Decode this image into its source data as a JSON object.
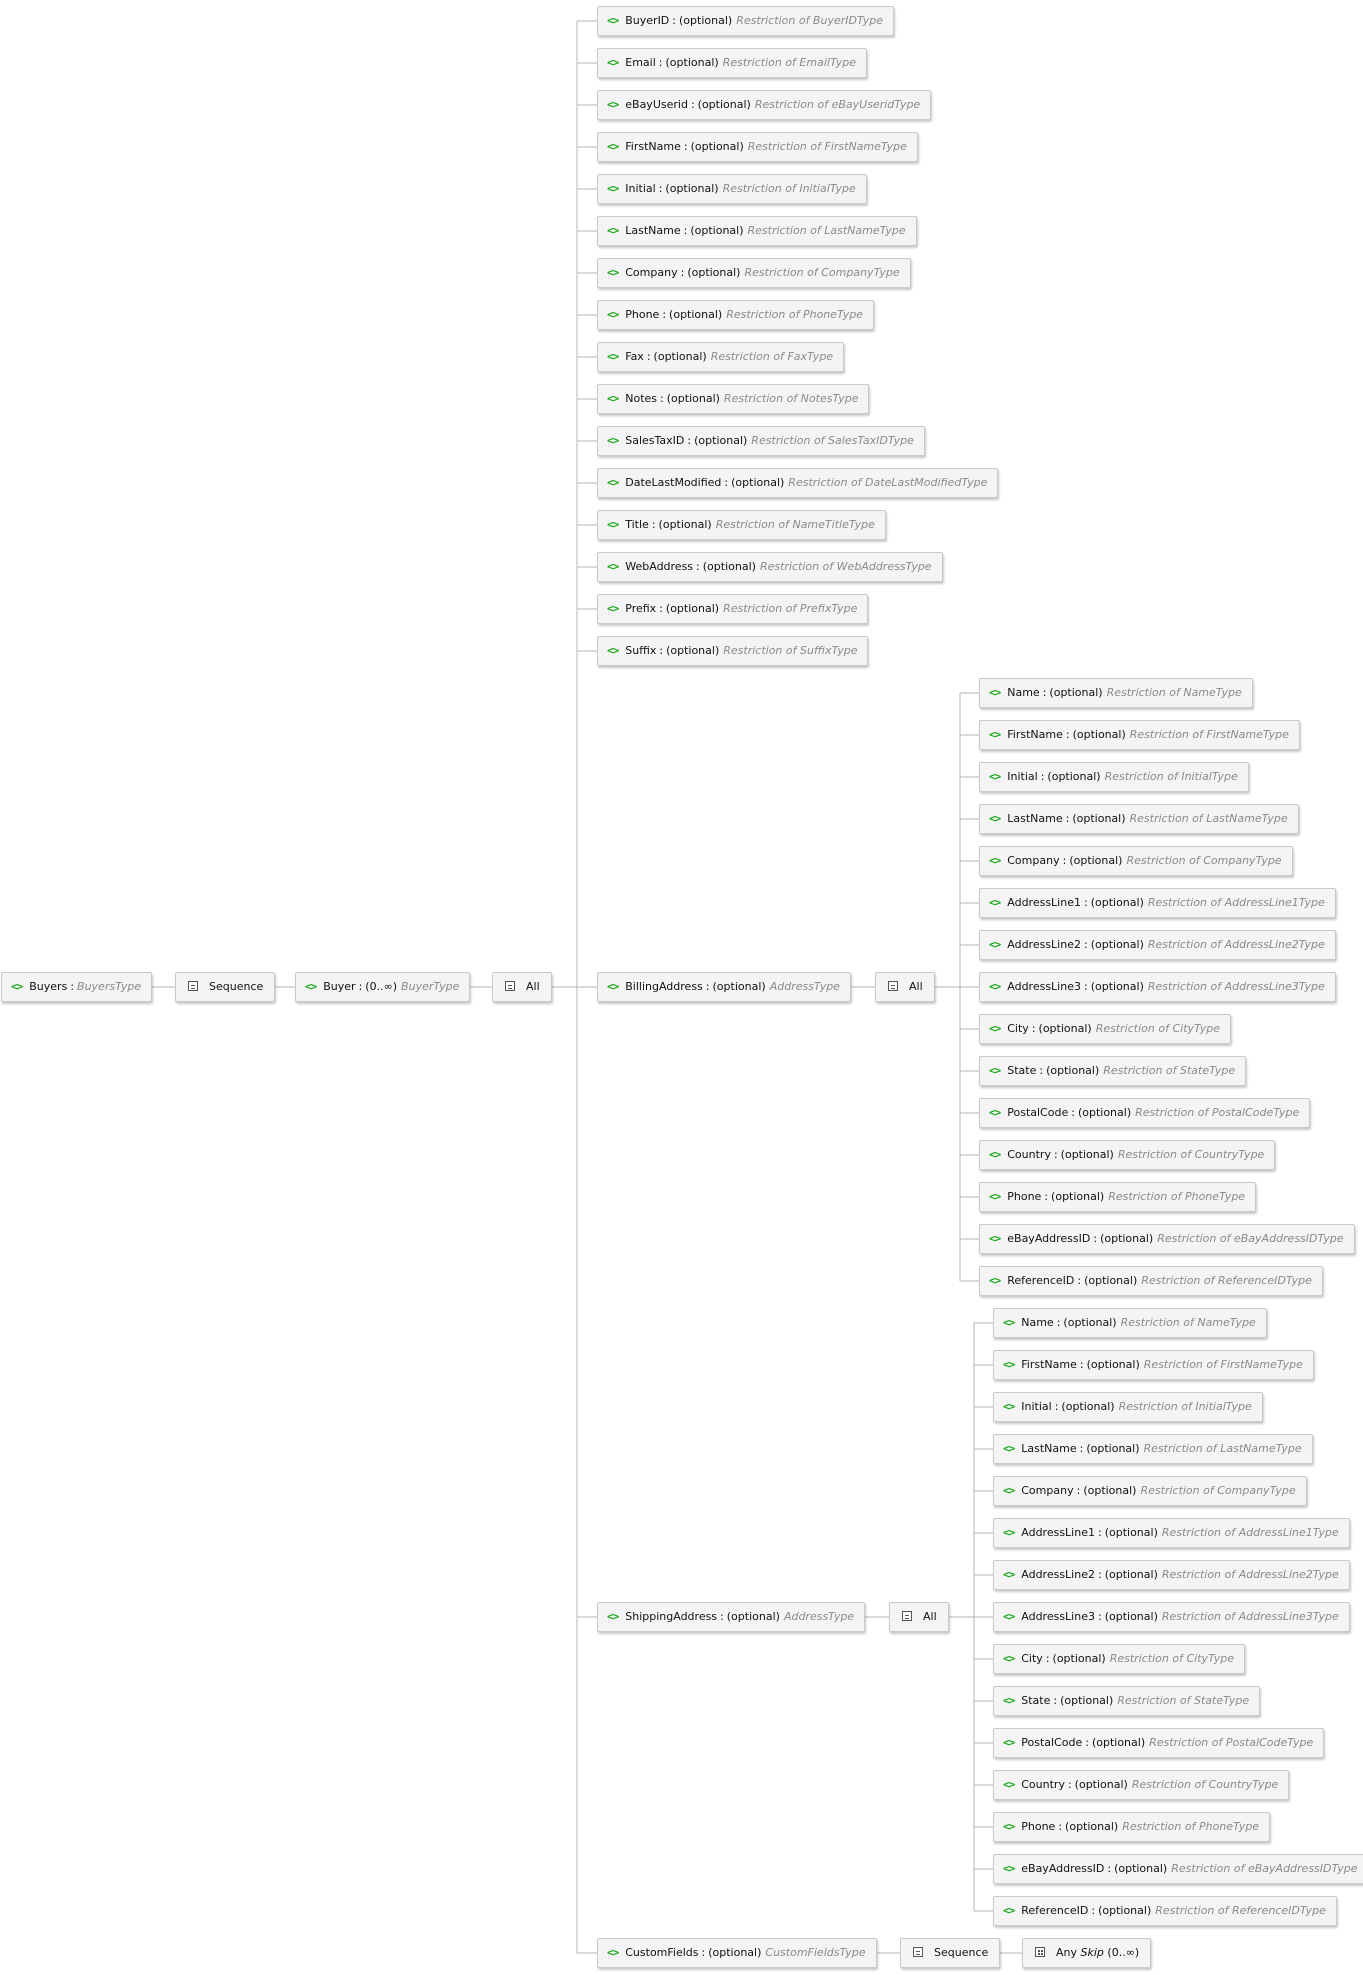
{
  "root": {
    "name": "Buyers",
    "type": "BuyersType"
  },
  "root_compositor": {
    "label": "Sequence"
  },
  "buyer": {
    "name": "Buyer",
    "occurrence": "(0..∞)",
    "type": "BuyerType"
  },
  "buyer_compositor": {
    "label": "All"
  },
  "buyer_elements": [
    {
      "name": "BuyerID",
      "occurrence": "(optional)",
      "type": "Restriction of BuyerIDType"
    },
    {
      "name": "Email",
      "occurrence": "(optional)",
      "type": "Restriction of EmailType"
    },
    {
      "name": "eBayUserid",
      "occurrence": "(optional)",
      "type": "Restriction of eBayUseridType"
    },
    {
      "name": "FirstName",
      "occurrence": "(optional)",
      "type": "Restriction of FirstNameType"
    },
    {
      "name": "Initial",
      "occurrence": "(optional)",
      "type": "Restriction of InitialType"
    },
    {
      "name": "LastName",
      "occurrence": "(optional)",
      "type": "Restriction of LastNameType"
    },
    {
      "name": "Company",
      "occurrence": "(optional)",
      "type": "Restriction of CompanyType"
    },
    {
      "name": "Phone",
      "occurrence": "(optional)",
      "type": "Restriction of PhoneType"
    },
    {
      "name": "Fax",
      "occurrence": "(optional)",
      "type": "Restriction of FaxType"
    },
    {
      "name": "Notes",
      "occurrence": "(optional)",
      "type": "Restriction of NotesType"
    },
    {
      "name": "SalesTaxID",
      "occurrence": "(optional)",
      "type": "Restriction of SalesTaxIDType"
    },
    {
      "name": "DateLastModified",
      "occurrence": "(optional)",
      "type": "Restriction of DateLastModifiedType"
    },
    {
      "name": "Title",
      "occurrence": "(optional)",
      "type": "Restriction of NameTitleType"
    },
    {
      "name": "WebAddress",
      "occurrence": "(optional)",
      "type": "Restriction of WebAddressType"
    },
    {
      "name": "Prefix",
      "occurrence": "(optional)",
      "type": "Restriction of PrefixType"
    },
    {
      "name": "Suffix",
      "occurrence": "(optional)",
      "type": "Restriction of SuffixType"
    }
  ],
  "billing": {
    "name": "BillingAddress",
    "occurrence": "(optional)",
    "type": "AddressType",
    "compositor": "All",
    "children": [
      {
        "name": "Name",
        "occurrence": "(optional)",
        "type": "Restriction of NameType"
      },
      {
        "name": "FirstName",
        "occurrence": "(optional)",
        "type": "Restriction of FirstNameType"
      },
      {
        "name": "Initial",
        "occurrence": "(optional)",
        "type": "Restriction of InitialType"
      },
      {
        "name": "LastName",
        "occurrence": "(optional)",
        "type": "Restriction of LastNameType"
      },
      {
        "name": "Company",
        "occurrence": "(optional)",
        "type": "Restriction of CompanyType"
      },
      {
        "name": "AddressLine1",
        "occurrence": "(optional)",
        "type": "Restriction of AddressLine1Type"
      },
      {
        "name": "AddressLine2",
        "occurrence": "(optional)",
        "type": "Restriction of AddressLine2Type"
      },
      {
        "name": "AddressLine3",
        "occurrence": "(optional)",
        "type": "Restriction of AddressLine3Type"
      },
      {
        "name": "City",
        "occurrence": "(optional)",
        "type": "Restriction of CityType"
      },
      {
        "name": "State",
        "occurrence": "(optional)",
        "type": "Restriction of StateType"
      },
      {
        "name": "PostalCode",
        "occurrence": "(optional)",
        "type": "Restriction of PostalCodeType"
      },
      {
        "name": "Country",
        "occurrence": "(optional)",
        "type": "Restriction of CountryType"
      },
      {
        "name": "Phone",
        "occurrence": "(optional)",
        "type": "Restriction of PhoneType"
      },
      {
        "name": "eBayAddressID",
        "occurrence": "(optional)",
        "type": "Restriction of eBayAddressIDType"
      },
      {
        "name": "ReferenceID",
        "occurrence": "(optional)",
        "type": "Restriction of ReferenceIDType"
      }
    ]
  },
  "shipping": {
    "name": "ShippingAddress",
    "occurrence": "(optional)",
    "type": "AddressType",
    "compositor": "All",
    "children": [
      {
        "name": "Name",
        "occurrence": "(optional)",
        "type": "Restriction of NameType"
      },
      {
        "name": "FirstName",
        "occurrence": "(optional)",
        "type": "Restriction of FirstNameType"
      },
      {
        "name": "Initial",
        "occurrence": "(optional)",
        "type": "Restriction of InitialType"
      },
      {
        "name": "LastName",
        "occurrence": "(optional)",
        "type": "Restriction of LastNameType"
      },
      {
        "name": "Company",
        "occurrence": "(optional)",
        "type": "Restriction of CompanyType"
      },
      {
        "name": "AddressLine1",
        "occurrence": "(optional)",
        "type": "Restriction of AddressLine1Type"
      },
      {
        "name": "AddressLine2",
        "occurrence": "(optional)",
        "type": "Restriction of AddressLine2Type"
      },
      {
        "name": "AddressLine3",
        "occurrence": "(optional)",
        "type": "Restriction of AddressLine3Type"
      },
      {
        "name": "City",
        "occurrence": "(optional)",
        "type": "Restriction of CityType"
      },
      {
        "name": "State",
        "occurrence": "(optional)",
        "type": "Restriction of StateType"
      },
      {
        "name": "PostalCode",
        "occurrence": "(optional)",
        "type": "Restriction of PostalCodeType"
      },
      {
        "name": "Country",
        "occurrence": "(optional)",
        "type": "Restriction of CountryType"
      },
      {
        "name": "Phone",
        "occurrence": "(optional)",
        "type": "Restriction of PhoneType"
      },
      {
        "name": "eBayAddressID",
        "occurrence": "(optional)",
        "type": "Restriction of eBayAddressIDType"
      },
      {
        "name": "ReferenceID",
        "occurrence": "(optional)",
        "type": "Restriction of ReferenceIDType"
      }
    ]
  },
  "custom_fields": {
    "name": "CustomFields",
    "occurrence": "(optional)",
    "type": "CustomFieldsType",
    "compositor": "Sequence",
    "any": {
      "label": "Any",
      "process": "Skip",
      "occurrence": "(0..∞)"
    }
  },
  "colors": {
    "element_icon": "#17a81a",
    "type_text": "#8a8a8a",
    "node_bg": "#f4f4f4",
    "connector": "#b5b5b5"
  },
  "icons": {
    "element": "element-icon",
    "compositor": "compositor-icon",
    "any": "any-wildcard-icon"
  }
}
